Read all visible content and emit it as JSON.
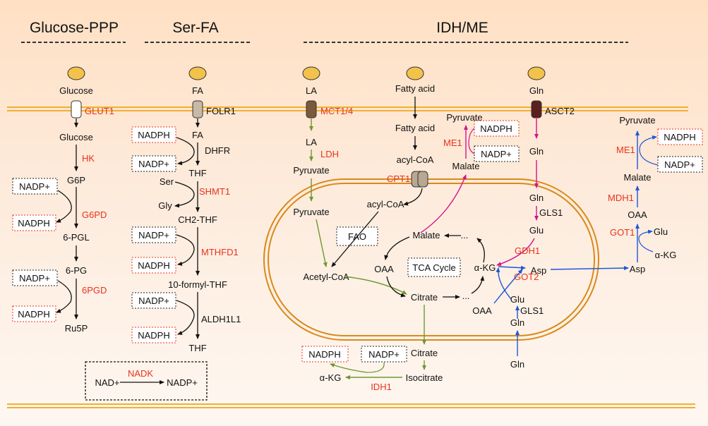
{
  "sections": {
    "glucose_ppp": "Glucose-PPP",
    "ser_fa": "Ser-FA",
    "idh_me": "IDH/ME"
  },
  "glucose_ppp": {
    "glucose_out": "Glucose",
    "transporter": "GLUT1",
    "glucose_in": "Glucose",
    "hk": "HK",
    "g6p": "G6P",
    "nadp1": "NADP+",
    "g6pd": "G6PD",
    "nadph1": "NADPH",
    "pgl": "6-PGL",
    "pg": "6-PG",
    "nadp2": "NADP+",
    "pgd": "6PGD",
    "nadph2": "NADPH",
    "ru5p": "Ru5P"
  },
  "ser_fa": {
    "fa_out": "FA",
    "transporter": "FOLR1",
    "fa_in": "FA",
    "nadph1": "NADPH",
    "dhfr": "DHFR",
    "nadp1": "NADP+",
    "thf": "THF",
    "ser": "Ser",
    "shmt1": "SHMT1",
    "gly": "Gly",
    "ch2thf": "CH2-THF",
    "nadp2": "NADP+",
    "mthfd1": "MTHFD1",
    "nadph2": "NADPH",
    "formyl": "10-formyl-THF",
    "nadp3": "NADP+",
    "aldh": "ALDH1L1",
    "nadph3": "NADPH",
    "thf2": "THF",
    "nad": "NAD+",
    "nadk": "NADK",
    "nadp_out": "NADP+"
  },
  "idh_me": {
    "la_out": "LA",
    "mct": "MCT1/4",
    "la_in": "LA",
    "ldh": "LDH",
    "pyruvate1": "Pyruvate",
    "pyruvate2": "Pyruvate",
    "acetyl": "Acetyl-CoA",
    "fatty_out": "Fatty acid",
    "fatty_in": "Fatty acid",
    "acyl1": "acyl-CoA",
    "cpt1": "CPT1",
    "acyl2": "acyl-CoA",
    "fao": "FAO",
    "pyruvate_me": "Pyruvate",
    "me1": "ME1",
    "nadph_me": "NADPH",
    "nadp_me": "NADP+",
    "malate_top": "Malate",
    "malate_in": "Malate",
    "dots1": "...",
    "oaa": "OAA",
    "tca": "TCA Cycle",
    "akg": "α-KG",
    "citrate": "Citrate",
    "dots2": "...",
    "gln_out": "Gln",
    "asct2": "ASCT2",
    "gln1": "Gln",
    "gln2": "Gln",
    "gls1": "GLS1",
    "glu": "Glu",
    "gdh1": "GDH1",
    "got2": "GOT2",
    "asp": "Asp",
    "oaa2": "OAA",
    "glu2": "Glu",
    "gls1b": "GLS1",
    "gln3": "Gln",
    "gln4": "Gln",
    "citrate_cyt": "Citrate",
    "nadph_idh": "NADPH",
    "nadp_idh": "NADP+",
    "akg_cyt": "α-KG",
    "isocitrate": "Isocitrate",
    "idh1": "IDH1",
    "pyruvate_r": "Pyruvate",
    "me1_r": "ME1",
    "nadph_r": "NADPH",
    "nadp_r": "NADP+",
    "malate_r": "Malate",
    "mdh1": "MDH1",
    "oaa_r": "OAA",
    "got1": "GOT1",
    "glu_r": "Glu",
    "akg_r": "α-KG",
    "asp_r": "Asp"
  },
  "colors": {
    "red_label": "#e8331c",
    "green_arrow": "#6b9a2e",
    "magenta_arrow": "#d4148c",
    "blue_arrow": "#1f56d6",
    "membrane": "#f0b030",
    "mito_membrane": "#d98a1a"
  }
}
